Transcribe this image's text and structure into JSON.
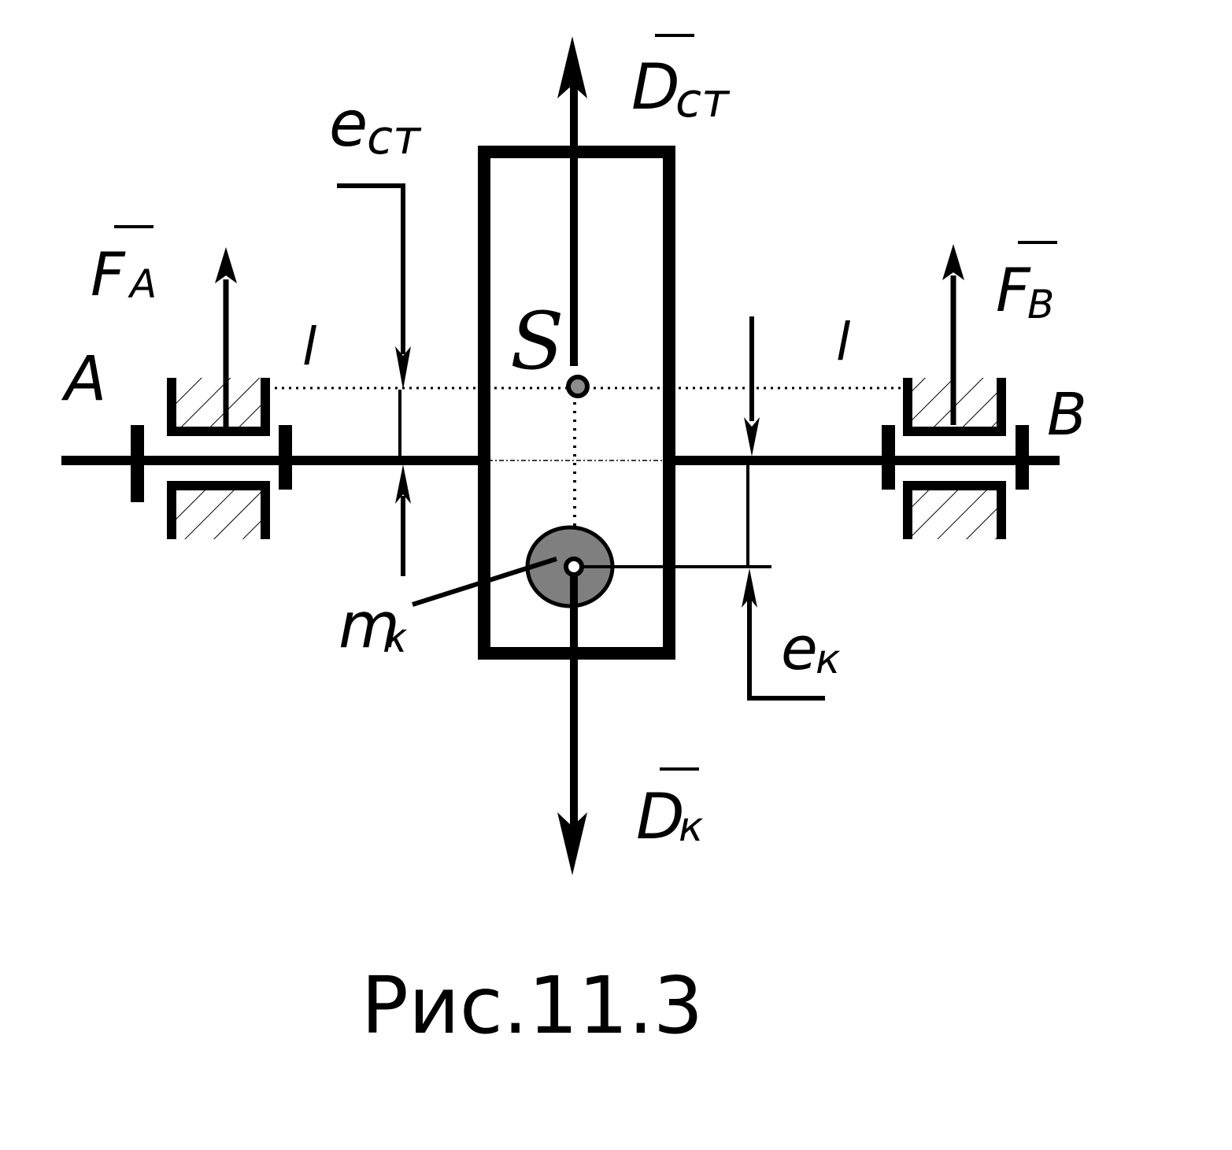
{
  "labels": {
    "point_a": "A",
    "point_b": "B",
    "center_s": "S",
    "length_left": "l",
    "length_right": "l",
    "force_a": {
      "base": "F",
      "sub": "A"
    },
    "force_b": {
      "base": "F",
      "sub": "B"
    },
    "d_st": {
      "base": "D",
      "sub": "ст"
    },
    "d_k": {
      "base": "D",
      "sub": "к"
    },
    "e_st": {
      "base": "e",
      "sub": "ст"
    },
    "e_k": {
      "base": "e",
      "sub": "к"
    },
    "m_k": {
      "base": "m",
      "sub": "к"
    }
  },
  "caption": "Рис.11.3",
  "colors": {
    "ink": "#000000",
    "mass_fill": "#7f7f7f",
    "center_fill": "#8c8c8c"
  }
}
